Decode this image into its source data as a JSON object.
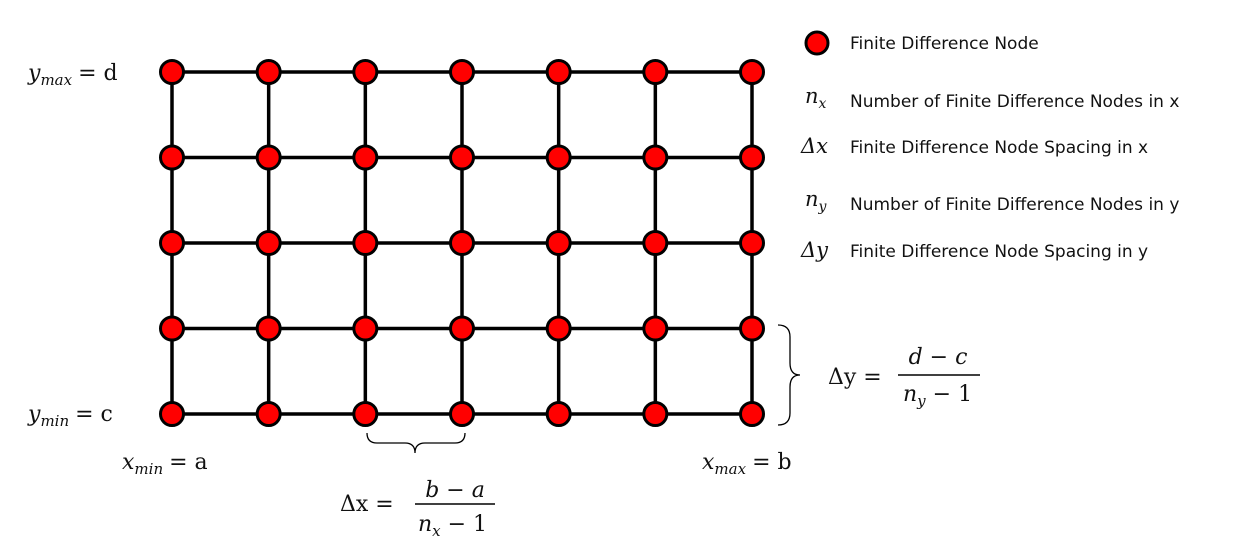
{
  "grid": {
    "nx": 7,
    "ny": 5,
    "node_color": "#ff0000",
    "line_color": "#000000"
  },
  "legend": {
    "node_label": "Finite Difference Node",
    "items": [
      {
        "symbol_base": "n",
        "symbol_sub": "x",
        "label": "Number of Finite Difference Nodes in x"
      },
      {
        "symbol_base": "Δx",
        "symbol_sub": "",
        "label": "Finite Difference Node Spacing in x"
      },
      {
        "symbol_base": "n",
        "symbol_sub": "y",
        "label": "Number of Finite Difference Nodes in y"
      },
      {
        "symbol_base": "Δy",
        "symbol_sub": "",
        "label": "Finite Difference Node Spacing in y"
      }
    ]
  },
  "labels": {
    "ymax_var": "y",
    "ymax_sub": "max",
    "ymax_val": "= d",
    "ymin_var": "y",
    "ymin_sub": "min",
    "ymin_val": "= c",
    "xmin_var": "x",
    "xmin_sub": "min",
    "xmin_val": "= a",
    "xmax_var": "x",
    "xmax_sub": "max",
    "xmax_val": "= b"
  },
  "formulas": {
    "dx_lhs": "Δx =",
    "dx_num": "b − a",
    "dx_den_base": "n",
    "dx_den_sub": "x",
    "dx_den_rest": " − 1",
    "dy_lhs": "Δy =",
    "dy_num": "d − c",
    "dy_den_base": "n",
    "dy_den_sub": "y",
    "dy_den_rest": " − 1"
  }
}
